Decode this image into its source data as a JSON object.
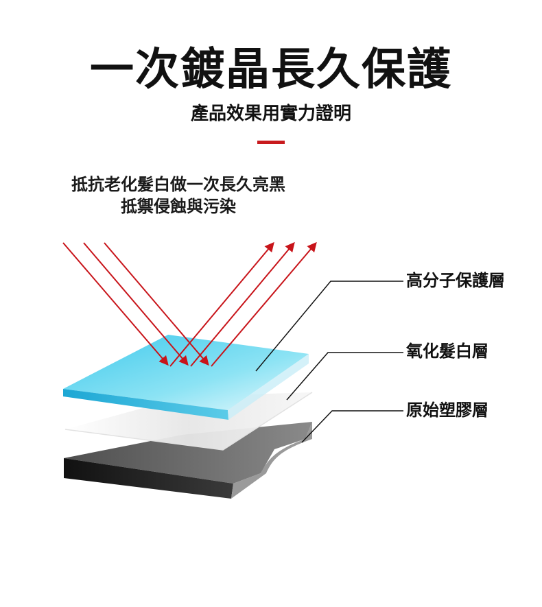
{
  "header": {
    "title": "一次鍍晶長久保護",
    "subtitle": "產品效果用實力證明"
  },
  "intro": {
    "line1": "抵抗老化髮白做一次長久亮黑",
    "line2": "抵禦侵蝕與污染"
  },
  "layers": [
    {
      "label": "高分子保護層",
      "color": "#5fd4ee"
    },
    {
      "label": "氧化髮白層",
      "color": "#f2f2f2"
    },
    {
      "label": "原始塑膠層",
      "color": "#2a2a2a"
    }
  ],
  "colors": {
    "accent": "#c81a1e",
    "arrow": "#c8141a",
    "leader_line": "#111111",
    "protect_top": "#7de3f4",
    "protect_side": "#29b3d9",
    "plastic_top": "#6b6b6b",
    "plastic_side": "#1e1e1e"
  }
}
